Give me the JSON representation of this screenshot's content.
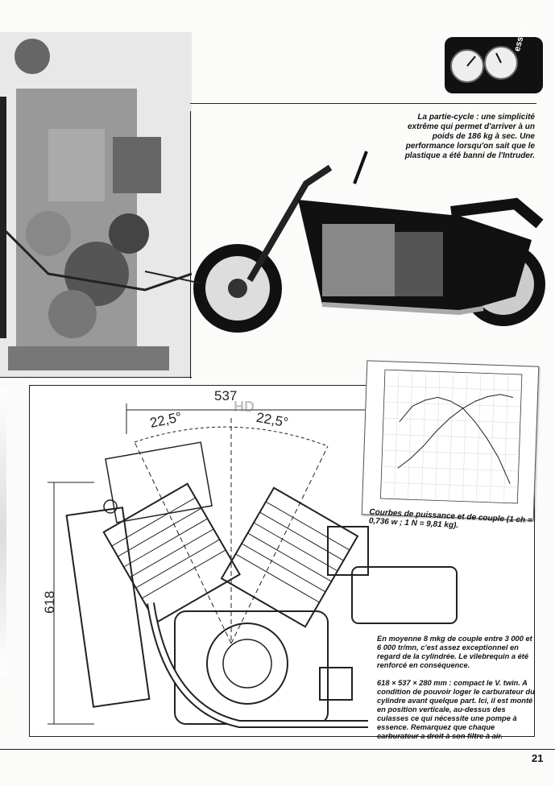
{
  "caption_bike": "La partie-cycle : une simplicité extrême qui permet d'arriver à un poids de 186 kg à sec. Une performance lorsqu'on sait que le plastique a été banni de l'Intruder.",
  "chart_caption": "Courbes de puissance et de couple (1 ch = 0,736 w ; 1 N = 9,81 kg).",
  "text_couple": "En moyenne 8 mkg de couple entre 3 000 et 6 000 tr/mn, c'est assez exceptionnel en regard de la cylindrée. Le vilebrequin a été renforcé en conséquence.",
  "text_dims": "618 × 537 × 280 mm : compact le V. twin. A condition de pouvoir loger le carburateur du cylindre avant quelque part. Ici, il est monté en position verticale, au-dessus des culasses ce qui nécessite une pompe à essence. Remarquez que chaque carburateur a droit à son filtre à air.",
  "dimensions": {
    "width": "537",
    "height": "618",
    "angle_left": "22,5°",
    "angle_right": "22,5°"
  },
  "logo_text": "essai",
  "watermark": "HD",
  "page_number": "21",
  "chart_data": {
    "type": "line",
    "title": "",
    "xlabel": "",
    "ylabel": "",
    "series": [
      {
        "values": [
          12,
          16,
          21,
          27,
          32,
          36,
          39,
          41,
          42,
          41
        ]
      },
      {
        "values": [
          7.4,
          7.9,
          8.1,
          8.2,
          8.1,
          7.9,
          7.5,
          7.0,
          6.4,
          5.6
        ]
      }
    ]
  },
  "colors": {
    "ink": "#111111",
    "paper": "#fbfbf9"
  }
}
